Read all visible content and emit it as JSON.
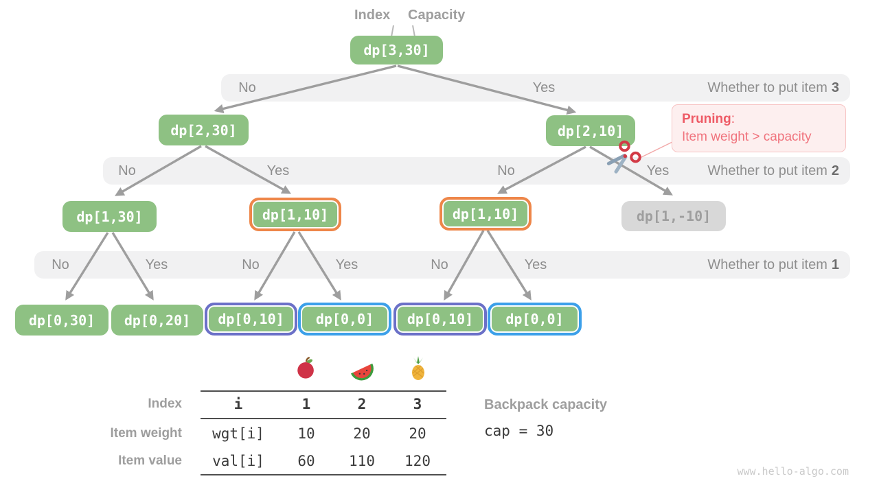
{
  "header": {
    "index_label": "Index",
    "capacity_label": "Capacity"
  },
  "nodes": {
    "root": "dp[3,30]",
    "n230": "dp[2,30]",
    "n210": "dp[2,10]",
    "n130": "dp[1,30]",
    "n110a": "dp[1,10]",
    "n110b": "dp[1,10]",
    "n1m10": "dp[1,-10]",
    "n030": "dp[0,30]",
    "n020": "dp[0,20]",
    "n010a": "dp[0,10]",
    "n000a": "dp[0,0]",
    "n010b": "dp[0,10]",
    "n000b": "dp[0,0]"
  },
  "bars": [
    {
      "options": [
        "No",
        "Yes"
      ],
      "question": "Whether to put item",
      "item": "3"
    },
    {
      "options": [
        "No",
        "Yes",
        "No",
        "Yes"
      ],
      "question": "Whether to put item",
      "item": "2"
    },
    {
      "options": [
        "No",
        "Yes",
        "No",
        "Yes",
        "No",
        "Yes"
      ],
      "question": "Whether to put item",
      "item": "1"
    }
  ],
  "pruning": {
    "title": "Pruning",
    "colon": ":",
    "text": "Item weight > capacity"
  },
  "icons": {
    "scissors": "scissors-icon",
    "fruits": [
      "apple-icon",
      "watermelon-icon",
      "pineapple-icon"
    ]
  },
  "table": {
    "row_labels": [
      "Index",
      "Item weight",
      "Item value"
    ],
    "header": [
      "i",
      "1",
      "2",
      "3"
    ],
    "weights": [
      "wgt[i]",
      "10",
      "20",
      "20"
    ],
    "values": [
      "val[i]",
      "60",
      "110",
      "120"
    ]
  },
  "backpack": {
    "label": "Backpack capacity",
    "value": "cap = 30"
  },
  "watermark": "www.hello-algo.com",
  "colors": {
    "node_green": "#8ec183",
    "node_disabled_bg": "#d8d8d8",
    "node_disabled_text": "#9e9e9e",
    "border_orange": "#ee8649",
    "border_purple": "#6b70c8",
    "border_blue": "#3ca0ea",
    "bar_bg": "#f1f1f2",
    "edge_gray": "#9e9e9e",
    "pruning_red": "#ee5b66",
    "pruning_bg": "#fdefef",
    "pruning_border": "#f7c4c4"
  }
}
